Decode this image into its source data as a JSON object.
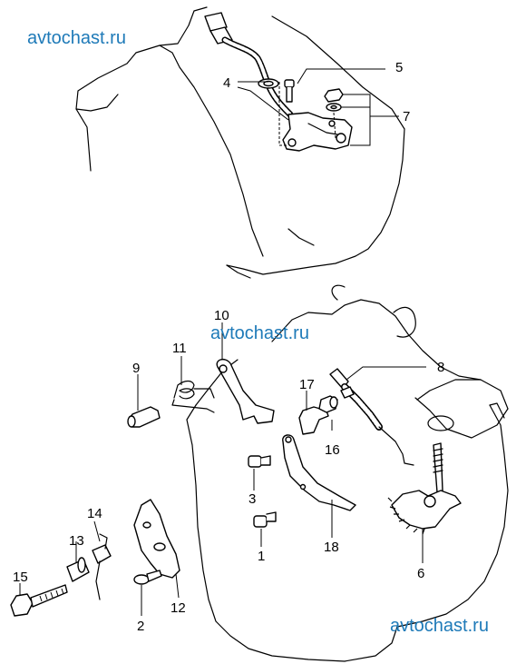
{
  "watermarks": {
    "top_left": "avtochast.ru",
    "middle": "avtochast.ru",
    "bottom_right": "avtochast.ru"
  },
  "callouts": {
    "c1": "1",
    "c2": "2",
    "c3": "3",
    "c4": "4",
    "c5": "5",
    "c6": "6",
    "c7": "7",
    "c8": "8",
    "c9": "9",
    "c10": "10",
    "c11": "11",
    "c12": "12",
    "c13": "13",
    "c14": "14",
    "c15": "15",
    "c16": "16",
    "c17": "17",
    "c18": "18"
  }
}
